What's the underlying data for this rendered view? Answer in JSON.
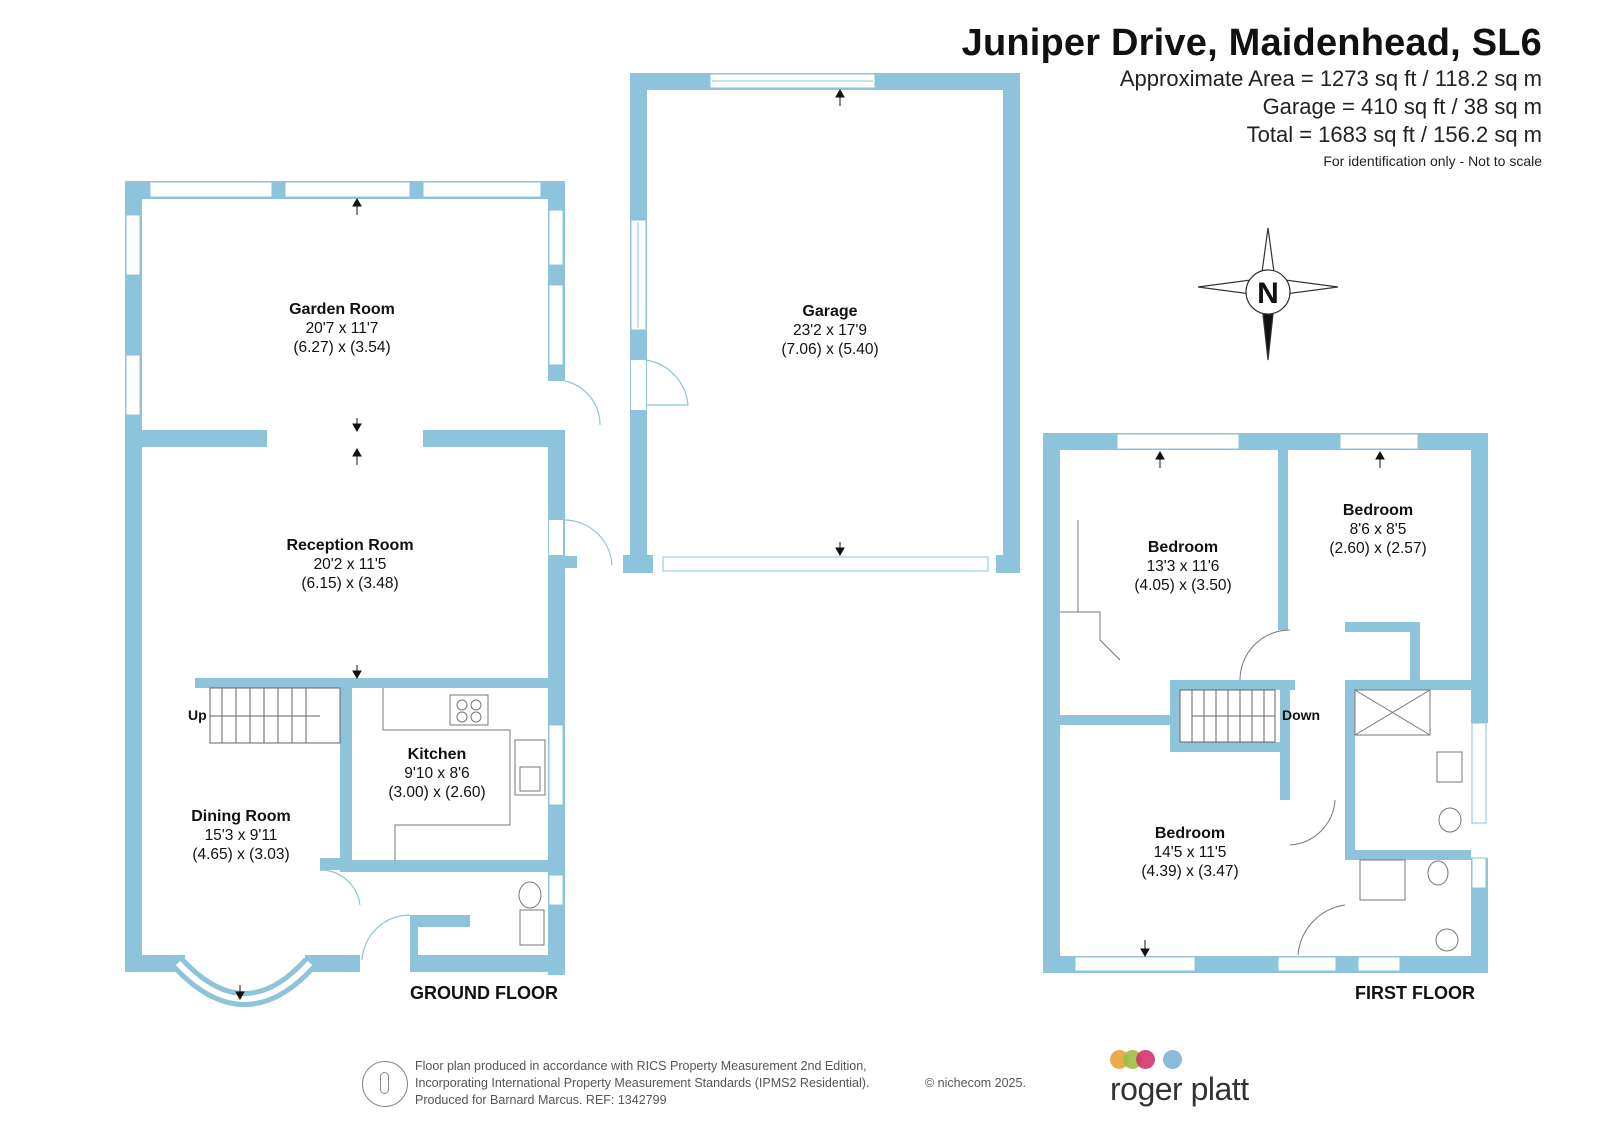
{
  "header": {
    "title": "Juniper Drive, Maidenhead, SL6",
    "area_line": "Approximate Area = 1273 sq ft / 118.2 sq m",
    "garage_line": "Garage = 410 sq ft / 38 sq m",
    "total_line": "Total = 1683 sq ft / 156.2 sq m",
    "disclaimer": "For identification only - Not to scale"
  },
  "compass": {
    "label": "N"
  },
  "colors": {
    "wall": "#8ec3dc",
    "window": "#ffffff",
    "text": "#111111"
  },
  "ground_floor": {
    "label": "GROUND FLOOR",
    "rooms": {
      "garden_room": {
        "name": "Garden Room",
        "imperial": "20'7 x 11'7",
        "metric": "(6.27) x (3.54)"
      },
      "reception_room": {
        "name": "Reception Room",
        "imperial": "20'2 x 11'5",
        "metric": "(6.15) x (3.48)"
      },
      "kitchen": {
        "name": "Kitchen",
        "imperial": "9'10 x 8'6",
        "metric": "(3.00) x (2.60)"
      },
      "dining_room": {
        "name": "Dining Room",
        "imperial": "15'3 x 9'11",
        "metric": "(4.65) x (3.03)"
      }
    },
    "stairs_label": "Up"
  },
  "garage": {
    "name": "Garage",
    "imperial": "23'2 x 17'9",
    "metric": "(7.06) x (5.40)"
  },
  "first_floor": {
    "label": "FIRST FLOOR",
    "rooms": {
      "bedroom_1": {
        "name": "Bedroom",
        "imperial": "13'3 x 11'6",
        "metric": "(4.05) x (3.50)"
      },
      "bedroom_2": {
        "name": "Bedroom",
        "imperial": "8'6 x 8'5",
        "metric": "(2.60) x (2.57)"
      },
      "bedroom_3": {
        "name": "Bedroom",
        "imperial": "14'5 x 11'5",
        "metric": "(4.39) x (3.47)"
      }
    },
    "stairs_label": "Down"
  },
  "footer": {
    "line1": "Floor plan produced in accordance with RICS Property Measurement 2nd Edition,",
    "line2": "Incorporating International Property Measurement Standards (IPMS2 Residential).",
    "line3": "Produced for Barnard Marcus.   REF:  1342799",
    "copyright": "© nichecom 2025."
  },
  "brand": {
    "name": "roger platt",
    "dot_colors": [
      "#e8a23a",
      "#9bbf45",
      "#d6336c",
      "#7fb3d6"
    ]
  }
}
